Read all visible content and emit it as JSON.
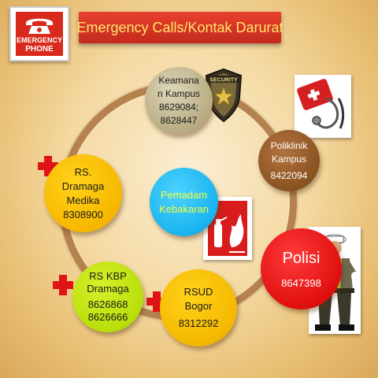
{
  "title": "Emergency Calls/Kontak Darurat",
  "phone_sign": {
    "line1": "EMERGENCY",
    "line2": "PHONE",
    "icon": "telephone-icon"
  },
  "nodes": {
    "keamanan": {
      "name_line1": "Keamana",
      "name_line2": "n Kampus",
      "phone1": "8629084;",
      "phone2": "8628447",
      "color": "#b8ab82"
    },
    "poliklinik": {
      "name_line1": "Poliklinik",
      "name_line2": "Kampus",
      "phone": "8422094",
      "color": "#8a5322"
    },
    "polisi": {
      "name": "Polisi",
      "phone": "8647398",
      "color": "#e00f0f"
    },
    "rsud": {
      "name_line1": "RSUD",
      "name_line2": "Bogor",
      "phone": "8312292",
      "color": "#f5b800"
    },
    "rskbp": {
      "name_line1": "RS KBP",
      "name_line2": "Dramaga",
      "phone1": "8626868",
      "phone2": "8626666",
      "color": "#b8df0a"
    },
    "dramaga": {
      "name_line1": "RS.",
      "name_line2": "Dramaga",
      "name_line3": "Medika",
      "phone": "8308900",
      "color": "#f7b700"
    },
    "pemadam": {
      "name_line1": "Pemadam",
      "name_line2": "Kebakaran",
      "color": "#19b4ef"
    }
  },
  "images": {
    "badge": "security-badge-icon",
    "medkit": "first-aid-kit-icon",
    "stethoscope": "stethoscope-icon",
    "fire": "fire-extinguisher-sign-icon",
    "officer": "police-officer-icon",
    "cross": "red-cross-icon"
  },
  "colors": {
    "title_bg": "#d9301f",
    "title_text": "#ffe56a",
    "ring": "#b5814f",
    "cross": "#e01414"
  }
}
